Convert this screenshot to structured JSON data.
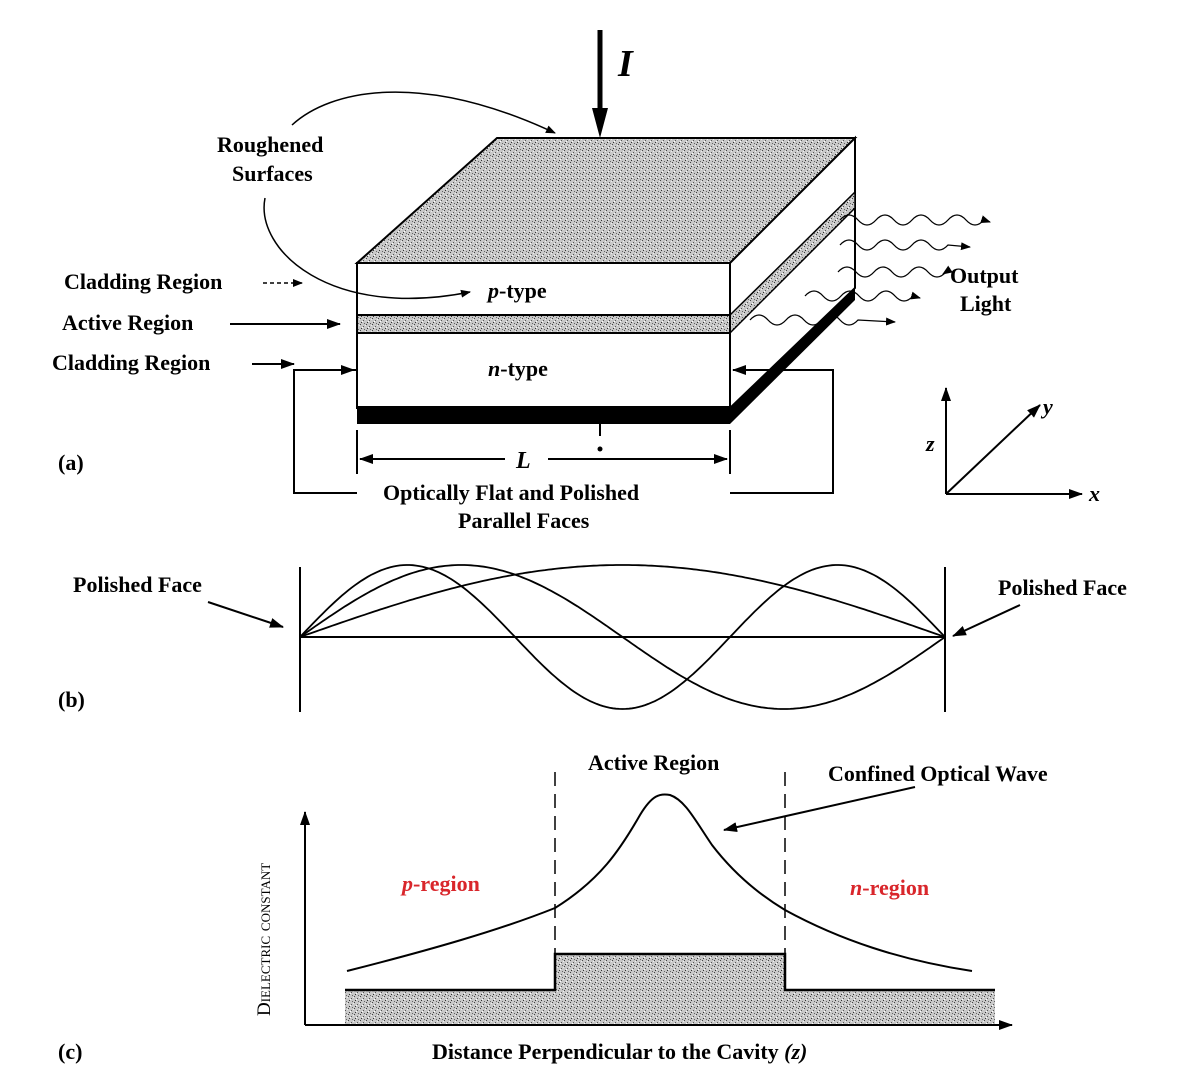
{
  "panel_a": {
    "panel_label": "(a)",
    "current_symbol": "I",
    "roughened_surfaces_line1": "Roughened",
    "roughened_surfaces_line2": "Surfaces",
    "cladding_top": "Cladding Region",
    "active_region": "Active Region",
    "cladding_bottom": "Cladding Region",
    "p_type_prefix": "p",
    "p_type_suffix": "-type",
    "n_type_prefix": "n",
    "n_type_suffix": "-type",
    "output_light_line1": "Output",
    "output_light_line2": "Light",
    "length_symbol": "L",
    "faces_line1": "Optically Flat and Polished",
    "faces_line2": "Parallel Faces",
    "axis_x": "x",
    "axis_y": "y",
    "axis_z": "z"
  },
  "panel_b": {
    "panel_label": "(b)",
    "polished_face_left": "Polished Face",
    "polished_face_right": "Polished Face"
  },
  "panel_c": {
    "panel_label": "(c)",
    "active_region": "Active Region",
    "confined_wave": "Confined Optical Wave",
    "p_region_prefix": "p",
    "p_region_suffix": "-region",
    "n_region_prefix": "n",
    "n_region_suffix": "-region",
    "y_axis_label": "Dielectric constant",
    "x_axis_label_main": "Distance Perpendicular to the Cavity ",
    "x_axis_label_var": "(z)"
  },
  "colors": {
    "ink": "#000000",
    "region_label": "#d9262b",
    "stipple": "#8a8a8a"
  }
}
